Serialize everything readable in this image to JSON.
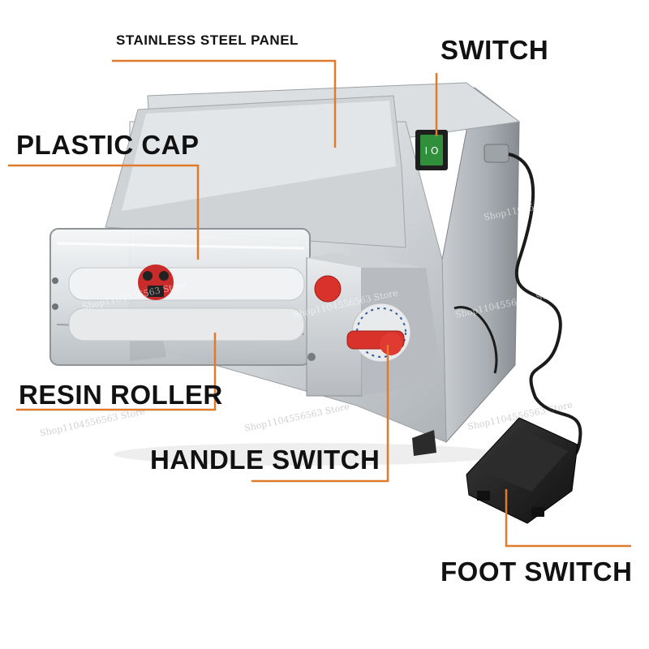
{
  "labels": {
    "stainless_steel_panel": "STAINLESS STEEL PANEL",
    "switch": "SWITCH",
    "plastic_cap": "PLASTIC CAP",
    "resin_roller": "RESIN ROLLER",
    "handle_switch": "HANDLE SWITCH",
    "foot_switch": "FOOT SWITCH"
  },
  "watermark_text": "Shop1104556563 Store",
  "colors": {
    "callout_line": "#e07a2c",
    "steel_light": "#e4e6e8",
    "steel_mid": "#b9bdc1",
    "steel_dark": "#8d9296",
    "switch_green": "#2f8f3a",
    "knob_red": "#d8322a",
    "pedal_black": "#1c1c1c"
  }
}
